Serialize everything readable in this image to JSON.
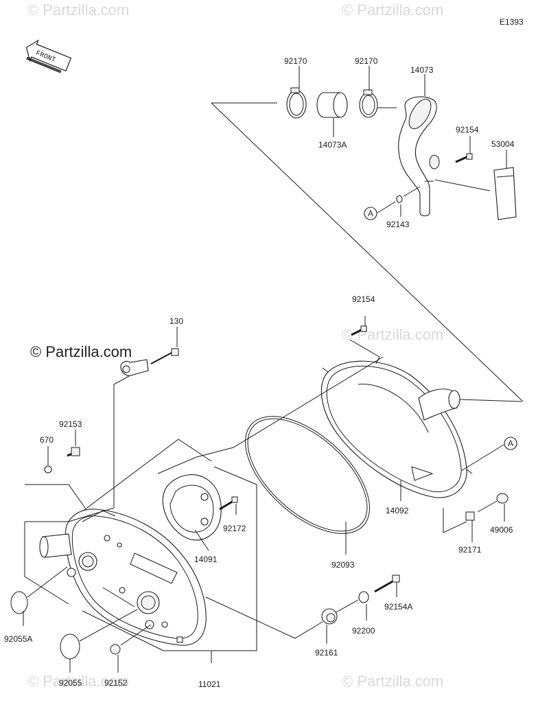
{
  "diagram_code": "E1393",
  "front_label": "FRONT",
  "watermark": "© Partzilla.com",
  "watermark_short": "© Partzilla.com",
  "ref_a": "A",
  "parts": {
    "p92170a": "92170",
    "p92170b": "92170",
    "p14073": "14073",
    "p14073A": "14073A",
    "p92154a": "92154",
    "p53004": "53004",
    "p92143": "92143",
    "p92154b": "92154",
    "p130": "130",
    "p92153": "92153",
    "p670": "670",
    "p92172": "92172",
    "p14091": "14091",
    "p14092": "14092",
    "p49006": "49006",
    "p92171": "92171",
    "p92093": "92093",
    "p92154A": "92154A",
    "p92200": "92200",
    "p92161": "92161",
    "p92055A": "92055A",
    "p92055": "92055",
    "p92152": "92152",
    "p11021": "11021"
  }
}
